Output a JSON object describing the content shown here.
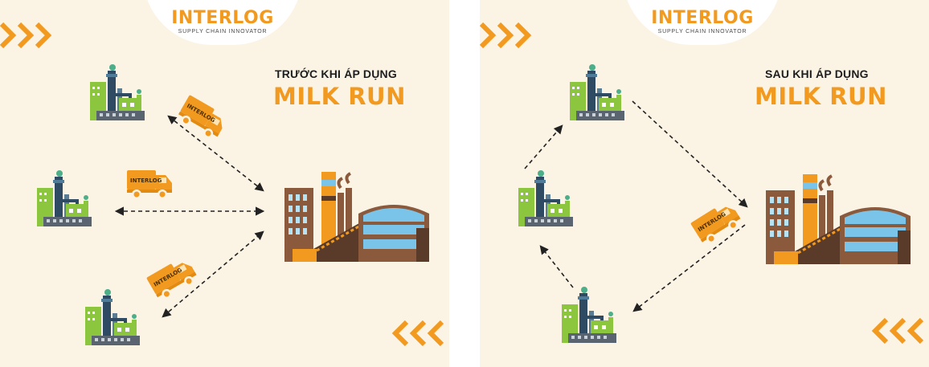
{
  "brand": {
    "name": "INTERLOG",
    "tagline": "SUPPLY CHAIN INNOVATOR",
    "truck_mark": "INTERLOG"
  },
  "panels": [
    {
      "heading_small": "TRƯỚC KHI ÁP DỤNG",
      "heading_big": "MILK RUN"
    },
    {
      "heading_small": "SAU KHI ÁP DỤNG",
      "heading_big": "MILK RUN"
    }
  ],
  "colors": {
    "background": "#fbf3e4",
    "accent_orange": "#f29a1f",
    "supplier_green": "#8cc63f",
    "supplier_navy": "#2f4a63",
    "plant_brown": "#8b5a3c",
    "plant_blue": "#79c4e8"
  },
  "icons": [
    "chevron-right-icon",
    "chevron-left-icon",
    "supplier-factory-icon",
    "main-plant-icon",
    "delivery-truck-icon"
  ]
}
